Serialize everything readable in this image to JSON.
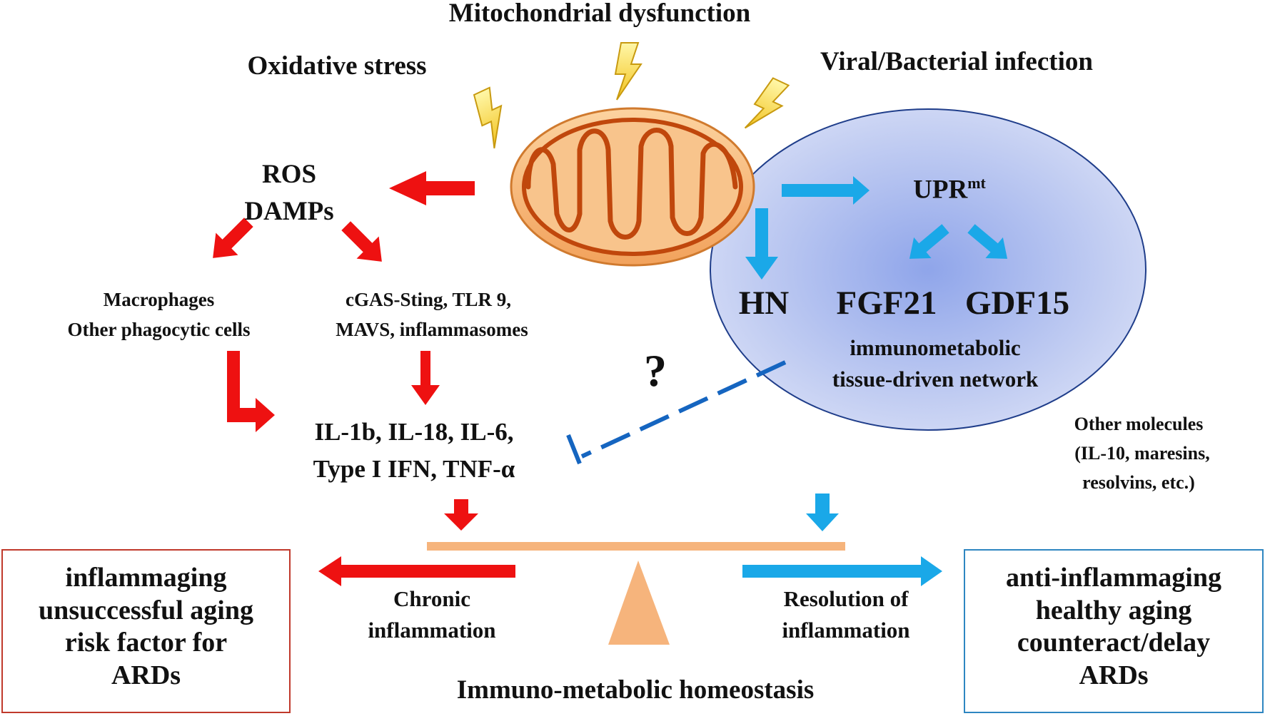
{
  "triggers": {
    "top": "Mitochondrial dysfunction",
    "left": "Oxidative stress",
    "right": "Viral/Bacterial infection"
  },
  "ros_damps": [
    "ROS",
    "DAMPs"
  ],
  "macrophages": [
    "Macrophages",
    "Other phagocytic cells"
  ],
  "sensors": [
    "cGAS-Sting, TLR 9,",
    "MAVS,  inflammasomes"
  ],
  "cytokines": [
    "IL-1b, IL-18, IL-6,",
    "Type I IFN, TNF-α"
  ],
  "question_mark": "?",
  "upr": {
    "base": "UPR",
    "sup": "mt"
  },
  "mitokines": {
    "hn": "HN",
    "fgf21": "FGF21",
    "gdf15": "GDF15"
  },
  "network": [
    "immunometabolic",
    "tissue-driven network"
  ],
  "other_molecules": [
    "Other molecules",
    "(IL-10, maresins,",
    "resolvins, etc.)"
  ],
  "chronic": [
    "Chronic",
    "inflammation"
  ],
  "resolution": [
    "Resolution of",
    "inflammation"
  ],
  "homeostasis": "Immuno-metabolic homeostasis",
  "left_box": [
    "inflammaging",
    "unsuccessful aging",
    "risk factor for",
    "ARDs"
  ],
  "right_box": [
    "anti-inflammaging",
    "healthy aging",
    "counteract/delay",
    "ARDs"
  ],
  "colors": {
    "red_arrow": "#ee1111",
    "blue_arrow": "#1aa8e8",
    "dash_line": "#1565c0",
    "mito_fill": "#f8b878",
    "mito_line": "#c0470c",
    "ellipse_fill": "#bcc9ee",
    "ellipse_center": "#8fa5ea",
    "ellipse_edge": "#1f3d8a",
    "seesaw": "#f6b47c",
    "bolt": "#f4d63a",
    "left_box_border": "#c0392b",
    "right_box_border": "#2e86c1"
  }
}
